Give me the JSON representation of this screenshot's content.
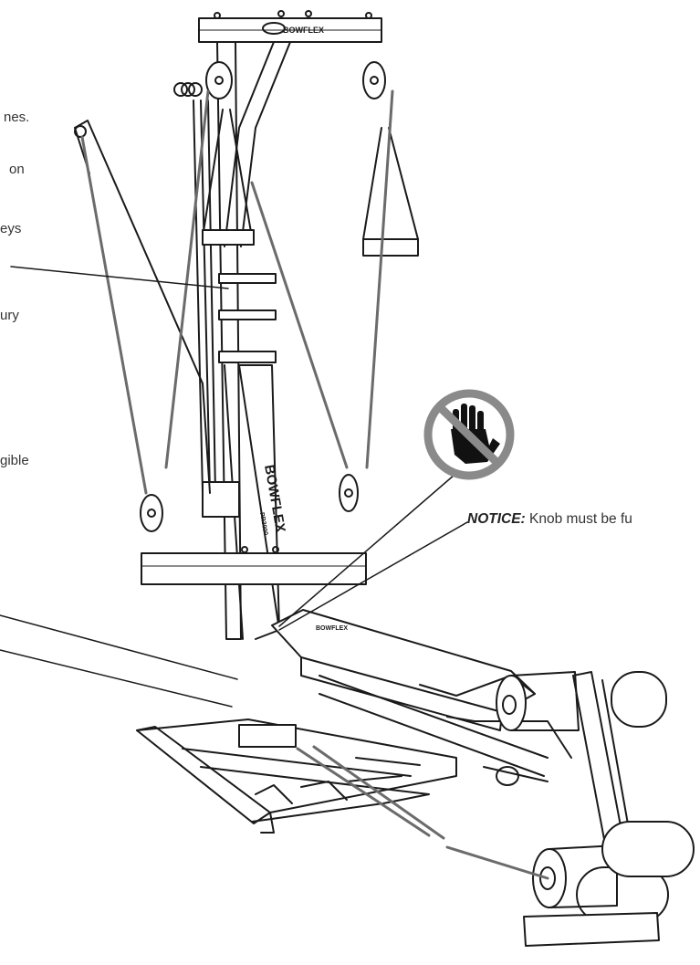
{
  "left_fragments": [
    {
      "id": "f1",
      "text": "nes."
    },
    {
      "id": "f2",
      "text": "on"
    },
    {
      "id": "f3",
      "text": "eys"
    },
    {
      "id": "f4",
      "text": "ury"
    },
    {
      "id": "f5",
      "text": "gible"
    }
  ],
  "notice": {
    "label": "NOTICE:",
    "text": "Knob must be fu"
  },
  "brand": {
    "top_bar_logo": "BOWFLEX",
    "tower_logo": "BOWFLEX",
    "tower_model": "PR3000",
    "seat_logo": "BOWFLEX"
  },
  "icons": {
    "warning_symbol": "no-hand-icon"
  },
  "colors": {
    "line": "#1a1a1a",
    "cable": "#6b6b6b",
    "no_symbol_fill": "#8a8a8a",
    "hand_fill": "#111111"
  }
}
